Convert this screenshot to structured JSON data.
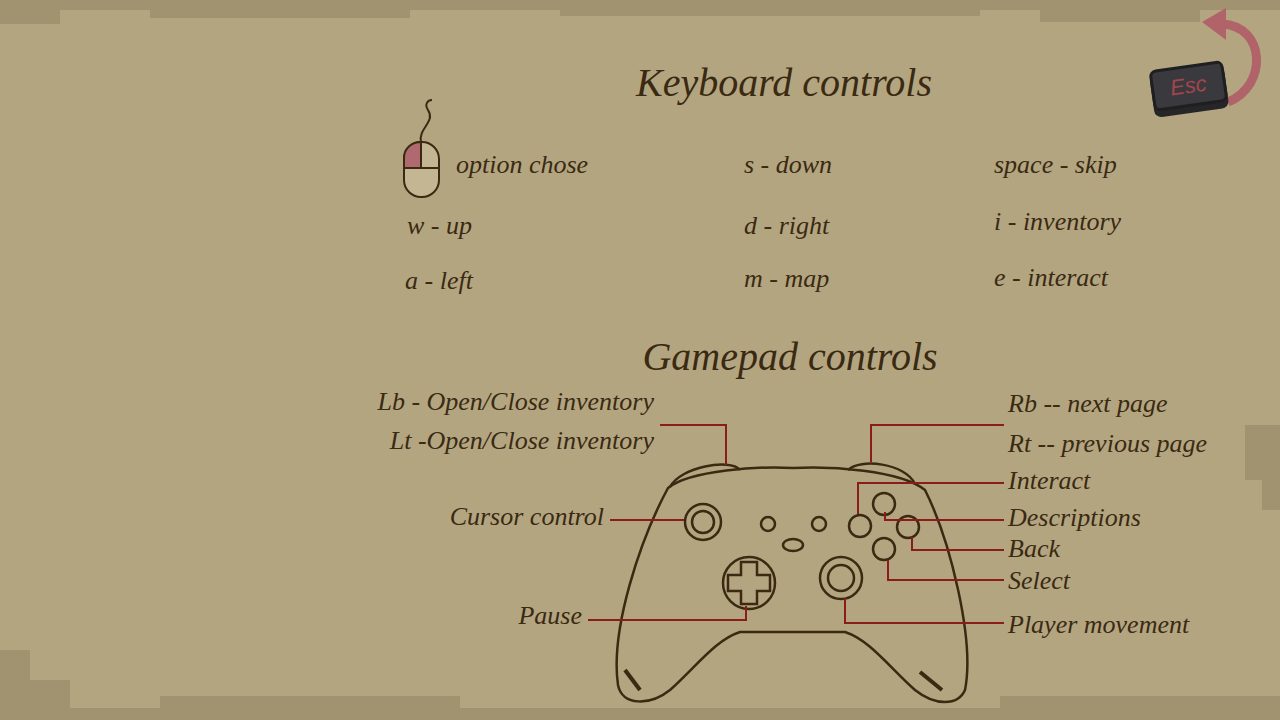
{
  "diagram": {
    "title": "Keyboard controls",
    "nodes": [
      {
        "text": [
          "Esc"
        ]
      }
    ],
    "labels": [
      "option chose",
      "s - down",
      "space - skip",
      "w - up",
      "d - right",
      "i - inventory",
      "a - left",
      "m - map",
      "e - interact",
      "Gamepad controls",
      "Lb - Open/Close inventory",
      "Rb -- next page",
      "Lt -Open/Close inventory",
      "Rt -- previous page",
      "Interact",
      "Cursor control",
      "Descriptions",
      "Back",
      "Select",
      "Pause",
      "Player movement"
    ]
  }
}
